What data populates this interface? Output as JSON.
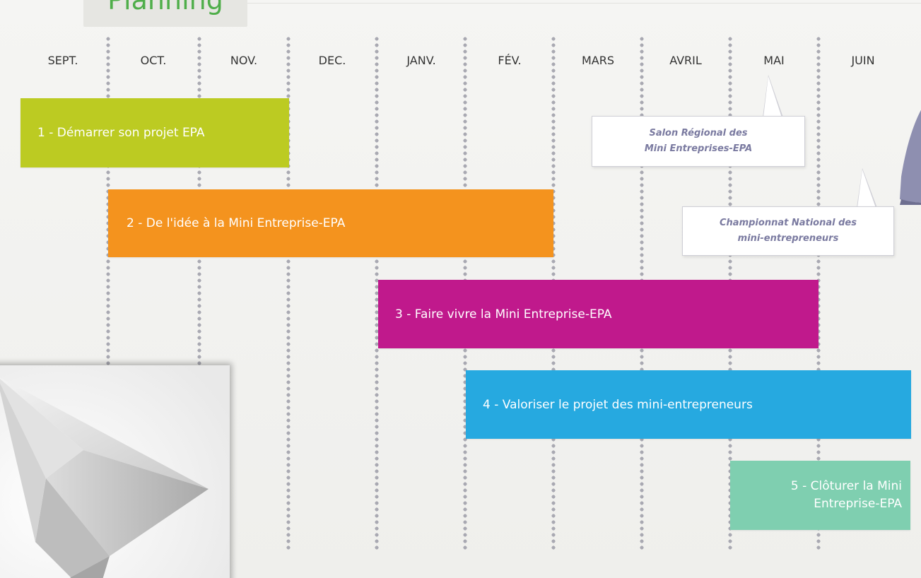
{
  "title": "Planning",
  "months": [
    "SEPT.",
    "OCT.",
    "NOV.",
    "DEC.",
    "JANV.",
    "FÉV.",
    "MARS",
    "AVRIL",
    "MAI",
    "JUIN"
  ],
  "phases": [
    {
      "label": "1 - Démarrer son projet EPA",
      "color": "#bccb22"
    },
    {
      "label": "2 - De l'idée à la Mini Entreprise-EPA",
      "color": "#f4931e"
    },
    {
      "label": "3 - Faire vivre la Mini Entreprise-EPA",
      "color": "#c0198c"
    },
    {
      "label": "4 - Valoriser le projet des mini-entrepreneurs",
      "color": "#26a9e0"
    },
    {
      "label": "5 - Clôturer la Mini Entreprise-EPA",
      "color": "#7fcfb0"
    }
  ],
  "callouts": {
    "salon": {
      "line1": "Salon Régional des",
      "line2": "Mini Entreprises-EPA"
    },
    "championnat": {
      "line1": "Championnat National des",
      "line2": "mini-entrepreneurs"
    }
  },
  "title_color": "#4fae4a",
  "icons": [
    "paper-plane-icon"
  ]
}
